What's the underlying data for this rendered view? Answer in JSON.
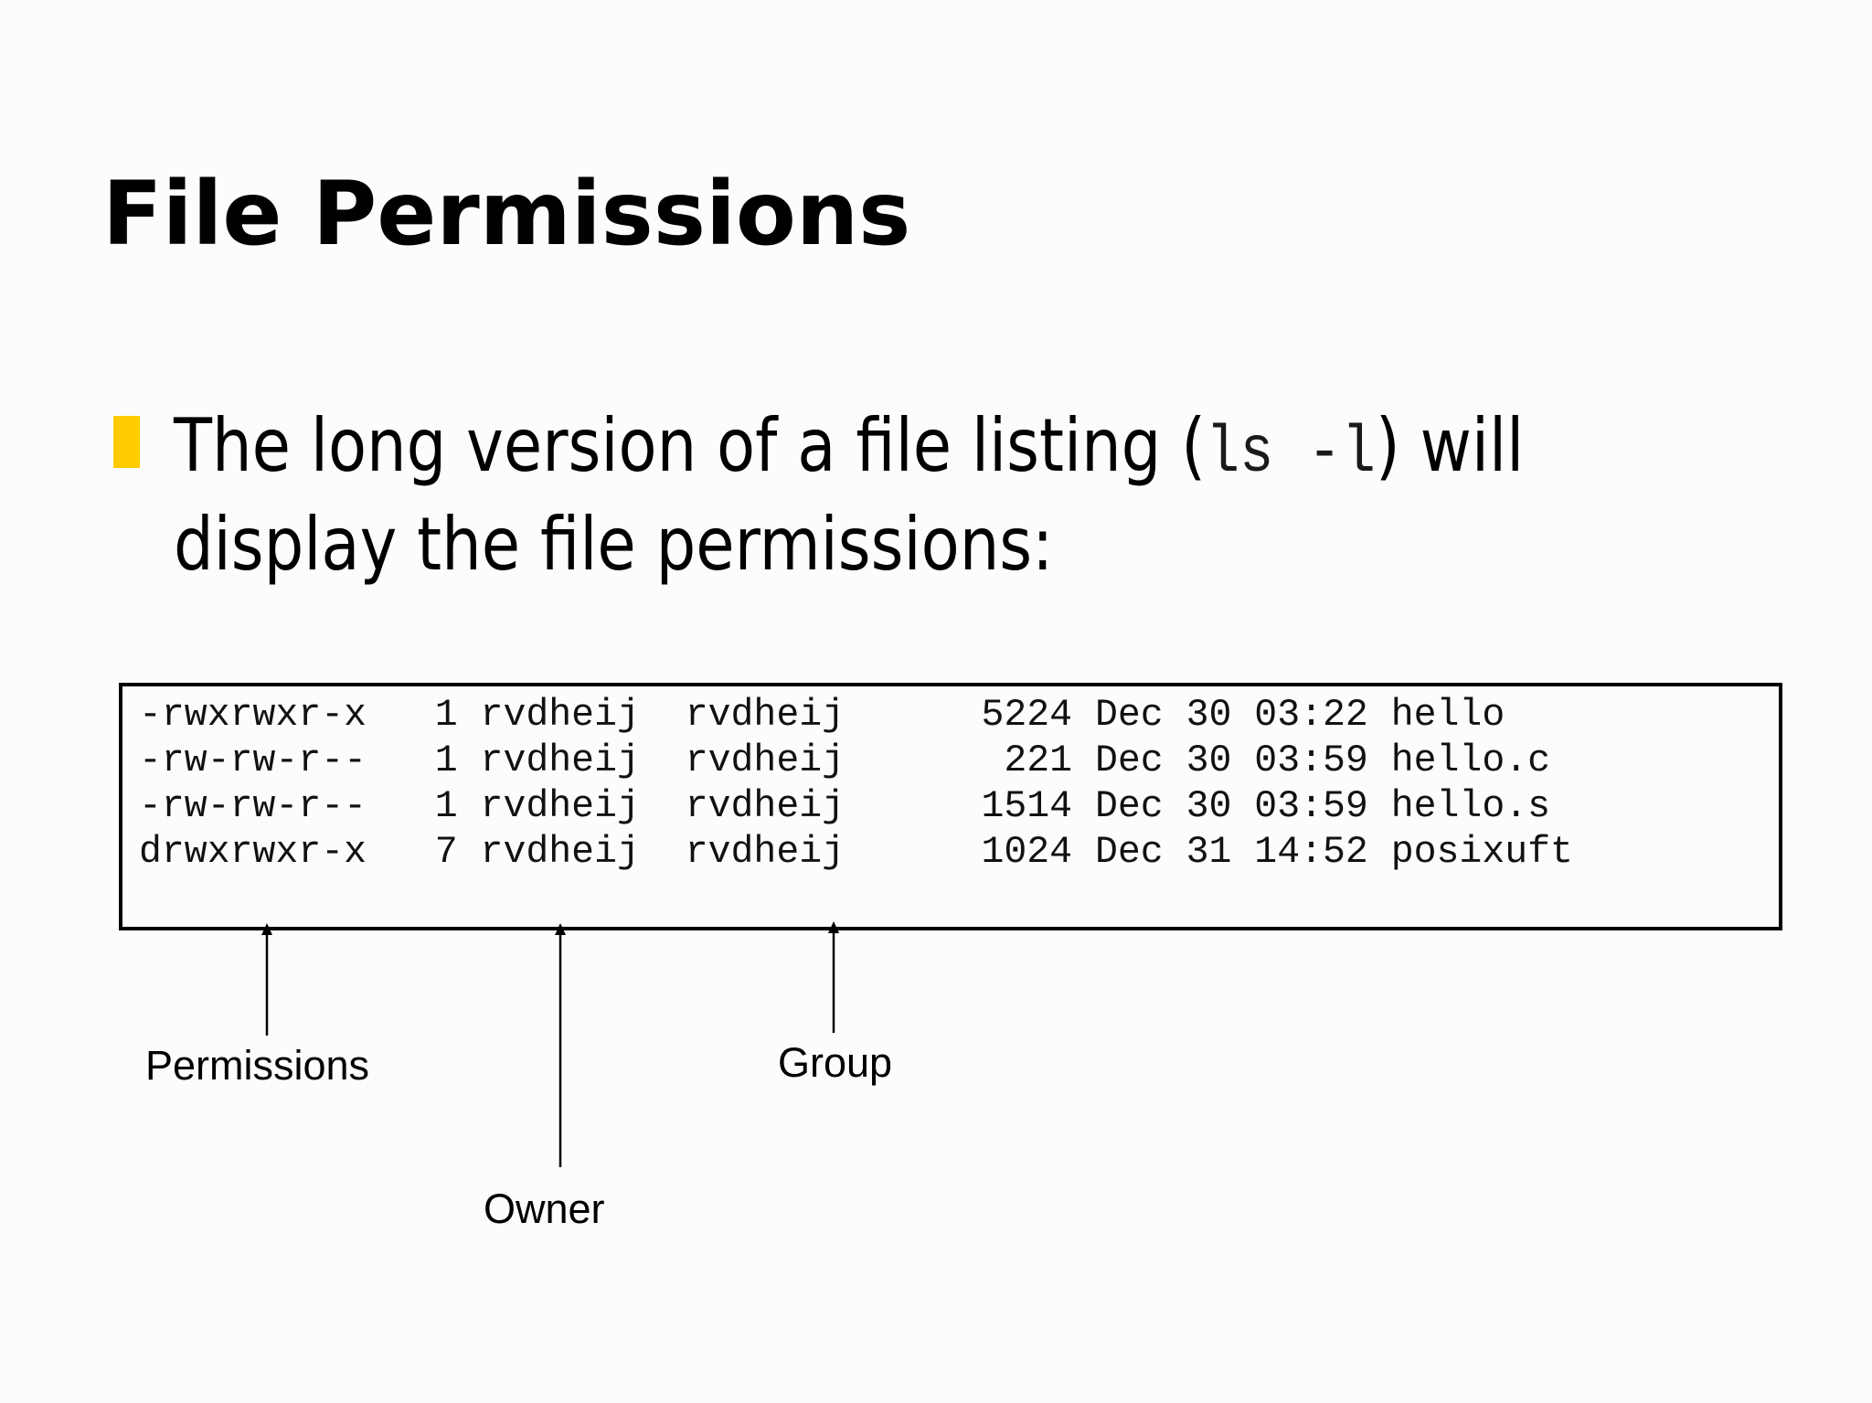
{
  "title": "File Permissions",
  "bullet": {
    "text_before": "The long version of a file listing (",
    "code": "ls -l",
    "text_after_line1": ") will",
    "line2": "display the file permissions:",
    "marker_color": "#ffcc00"
  },
  "listing": {
    "lines": [
      "-rwxrwxr-x   1 rvdheij  rvdheij      5224 Dec 30 03:22 hello",
      "-rw-rw-r--   1 rvdheij  rvdheij       221 Dec 30 03:59 hello.c",
      "-rw-rw-r--   1 rvdheij  rvdheij      1514 Dec 30 03:59 hello.s",
      "drwxrwxr-x   7 rvdheij  rvdheij      1024 Dec 31 14:52 posixuft"
    ]
  },
  "annotations": {
    "permissions": "Permissions",
    "owner": "Owner",
    "group": "Group"
  }
}
